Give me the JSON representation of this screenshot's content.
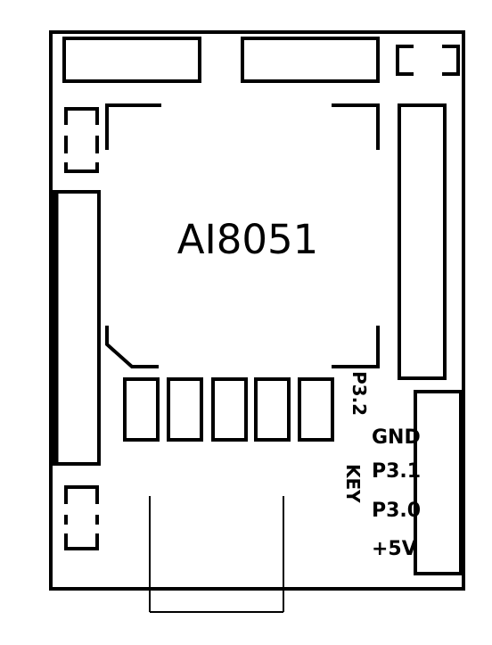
{
  "chip": {
    "label": "AI8051"
  },
  "labels": {
    "p32": "P3.2",
    "key": "KEY",
    "gnd": "GND",
    "p31": "P3.1",
    "p30": "P3.0",
    "v5": "+5V"
  },
  "colors": {
    "stroke": "#000000",
    "background": "#ffffff"
  }
}
